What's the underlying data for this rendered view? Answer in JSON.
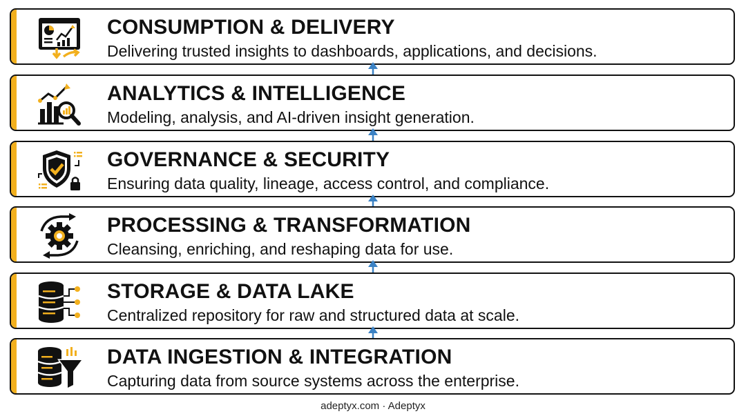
{
  "colors": {
    "accent": "#f2b01e",
    "arrow": "#3b82c4",
    "border": "#111111"
  },
  "layers": [
    {
      "title": "CONSUMPTION & DELIVERY",
      "description": "Delivering trusted insights to dashboards, applications, and decisions.",
      "icon": "dashboard-delivery-icon"
    },
    {
      "title": "ANALYTICS & INTELLIGENCE",
      "description": "Modeling, analysis, and AI-driven insight generation.",
      "icon": "analytics-magnifier-icon"
    },
    {
      "title": "GOVERNANCE & SECURITY",
      "description": "Ensuring data quality, lineage, access control, and compliance.",
      "icon": "shield-check-icon"
    },
    {
      "title": "PROCESSING & TRANSFORMATION",
      "description": "Cleansing, enriching, and reshaping data for use.",
      "icon": "gear-cycle-icon"
    },
    {
      "title": "STORAGE & DATA LAKE",
      "description": "Centralized repository for raw and structured data at scale.",
      "icon": "database-icon"
    },
    {
      "title": "DATA INGESTION & INTEGRATION",
      "description": "Capturing data from source systems across the enterprise.",
      "icon": "database-funnel-icon"
    }
  ],
  "footer": "adeptyx.com · Adeptyx"
}
